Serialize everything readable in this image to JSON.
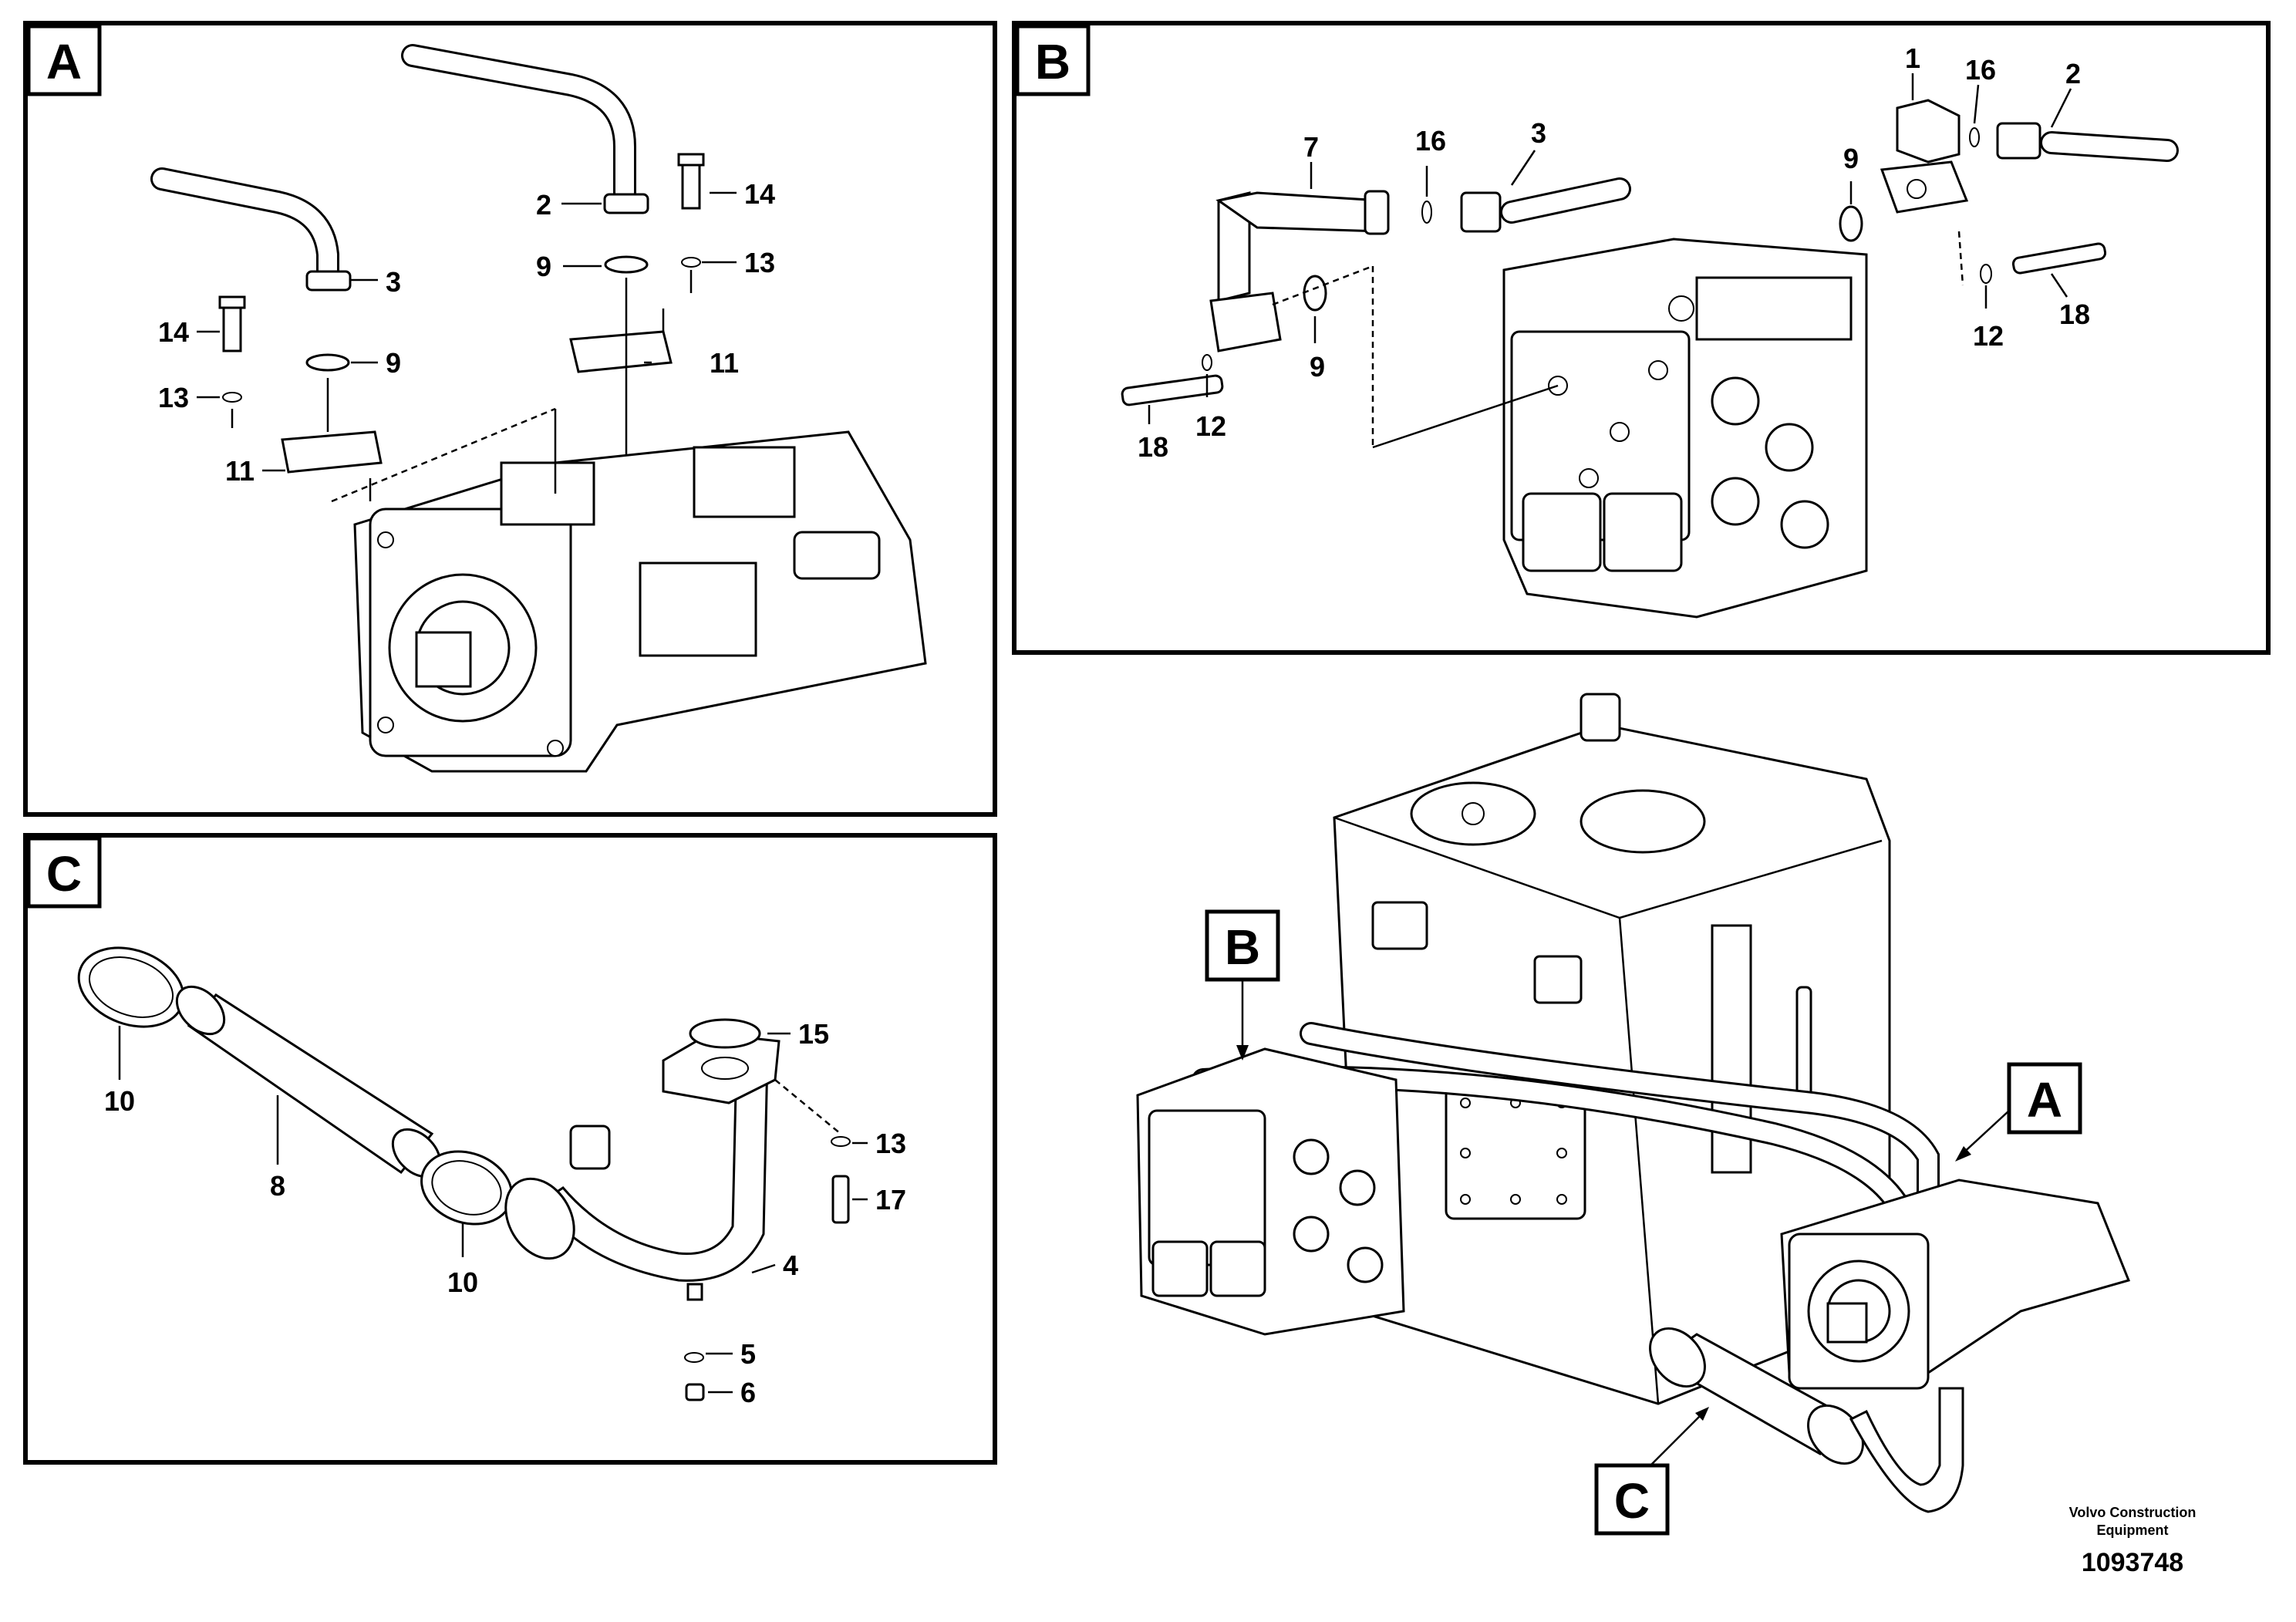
{
  "panels": {
    "A": {
      "tag": "A",
      "labels": [
        "2",
        "3",
        "9",
        "9",
        "14",
        "13",
        "14",
        "13",
        "11",
        "11"
      ]
    },
    "B": {
      "tag": "B",
      "labels": [
        "1",
        "16",
        "2",
        "7",
        "16",
        "3",
        "9",
        "9",
        "18",
        "12",
        "12",
        "18"
      ]
    },
    "C": {
      "tag": "C",
      "labels": [
        "10",
        "8",
        "10",
        "15",
        "13",
        "17",
        "4",
        "5",
        "6"
      ]
    }
  },
  "overview": {
    "callouts": [
      "B",
      "A",
      "C"
    ]
  },
  "footer": {
    "credit_line1": "Volvo Construction",
    "credit_line2": "Equipment",
    "doc_number": "1093748"
  }
}
